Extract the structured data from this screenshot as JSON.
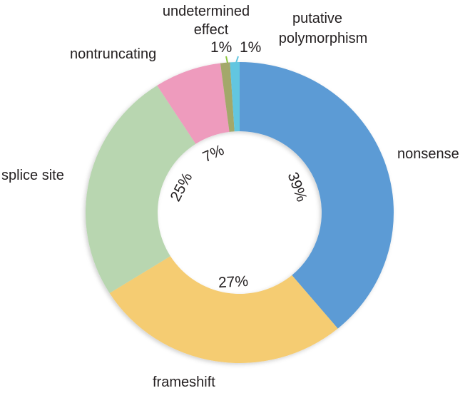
{
  "chart_data": {
    "type": "pie",
    "subtype": "donut",
    "title": "",
    "categories": [
      "nonsense",
      "frameshift",
      "splice site",
      "nontruncating",
      "undetermined effect",
      "putative polymorphism"
    ],
    "values": [
      39,
      27,
      25,
      7,
      1,
      1
    ],
    "unit": "%",
    "start_angle_deg": 0,
    "direction": "clockwise",
    "colors": [
      "#5b9bd5",
      "#f5cc72",
      "#b8d6b0",
      "#ee9bbd",
      "#a3a86b",
      "#62c6e0"
    ],
    "legend": "none (direct labels)",
    "segments": [
      {
        "label": "nonsense",
        "value": 39,
        "value_label": "39%",
        "color": "#5b9bd5"
      },
      {
        "label": "frameshift",
        "value": 27,
        "value_label": "27%",
        "color": "#f5cc72"
      },
      {
        "label": "splice site",
        "value": 25,
        "value_label": "25%",
        "color": "#b8d6b0"
      },
      {
        "label": "nontruncating",
        "value": 7,
        "value_label": "7%",
        "color": "#ee9bbd"
      },
      {
        "label": "undetermined effect",
        "value": 1,
        "value_label": "1%",
        "color": "#a3a86b",
        "leader_color": "#8cc63f"
      },
      {
        "label": "putative polymorphism",
        "value": 1,
        "value_label": "1%",
        "color": "#62c6e0",
        "leader_color": "#62c6e0"
      }
    ]
  },
  "labels": {
    "nonsense": "nonsense",
    "frameshift": "frameshift",
    "splice_site": "splice site",
    "nontruncating": "nontruncating",
    "undetermined_line1": "undetermined",
    "undetermined_line2": "effect",
    "putative_line1": "putative",
    "putative_line2": "polymorphism"
  },
  "pct_labels": {
    "nonsense": "39%",
    "frameshift": "27%",
    "splice_site": "25%",
    "nontruncating": "7%",
    "undetermined": "1%",
    "putative": "1%"
  }
}
